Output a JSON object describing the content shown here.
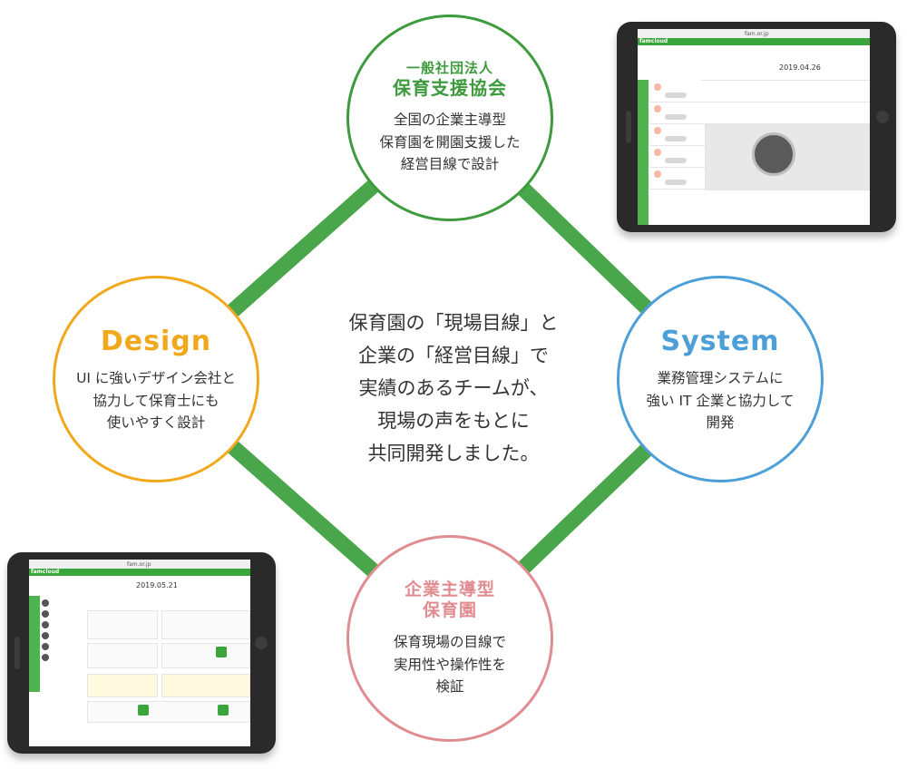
{
  "center": {
    "text": "保育園の「現場目線」と\n企業の「経営目線」で\n実績のあるチームが、\n現場の声をもとに\n共同開発しました。"
  },
  "circles": {
    "top": {
      "title_line1": "一般社団法人",
      "title_line2": "保育支援協会",
      "body": "全国の企業主導型\n保育園を開園支援した\n経営目線で設計"
    },
    "left": {
      "title": "Design",
      "body": "UI に強いデザイン会社と\n協力して保育士にも\n使いやすく設計"
    },
    "right": {
      "title": "System",
      "body": "業務管理システムに\n強い IT 企業と協力して\n開発"
    },
    "bottom": {
      "title_line1": "企業主導型",
      "title_line2": "保育園",
      "body": "保育現場の目線で\n実用性や操作性を\n検証"
    }
  },
  "tablet_top_right": {
    "url": "fam.or.jp",
    "brand": "famcloud",
    "date": "2019.04.26"
  },
  "tablet_bottom_left": {
    "url": "fam.or.jp",
    "brand": "famcloud",
    "date": "2019.05.21"
  },
  "colors": {
    "connector": "#4aa64a",
    "top": "#3d9a3d",
    "left": "#f2a81d",
    "right": "#4d9fd7",
    "bottom": "#e08c91"
  }
}
